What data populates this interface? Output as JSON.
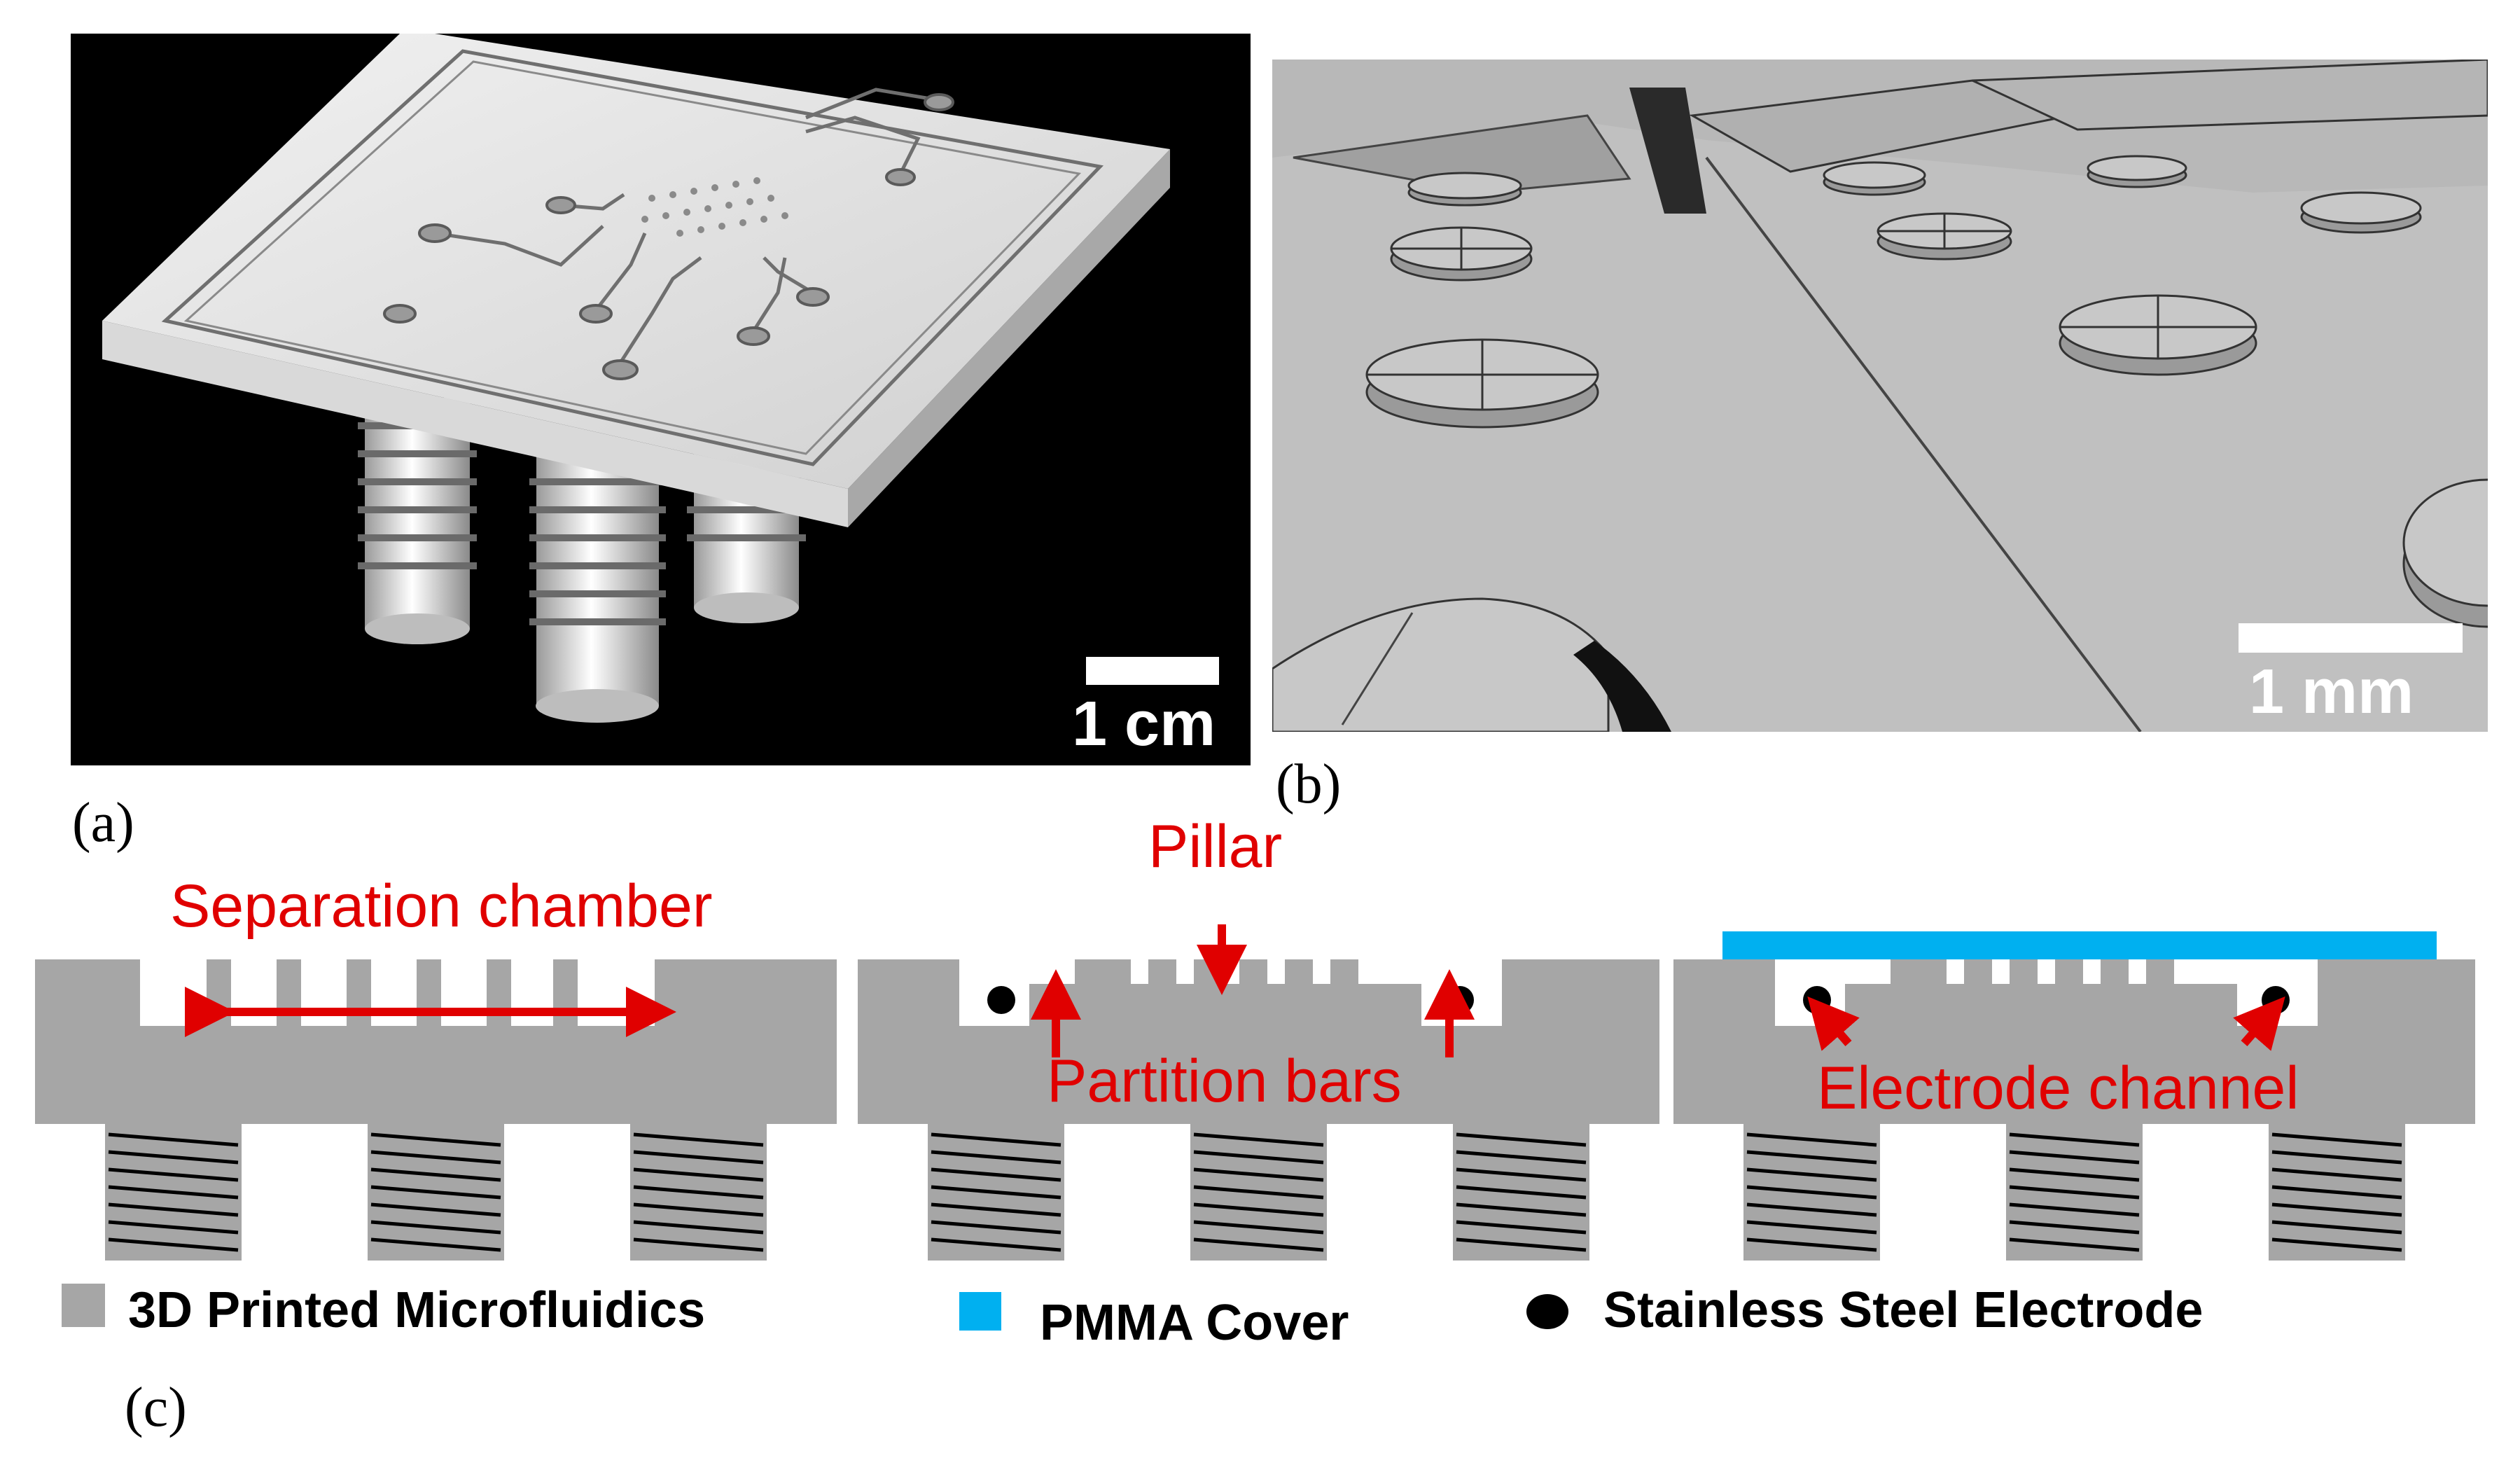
{
  "panels": {
    "a": {
      "label": "(a)",
      "scale_bar_text": "1 cm"
    },
    "b": {
      "label": "(b)",
      "scale_bar_text": "1 mm"
    },
    "c": {
      "label": "(c)"
    }
  },
  "annotations": {
    "separation_chamber": "Separation chamber",
    "pillar": "Pillar",
    "partition_bars": "Partition bars",
    "electrode_channel": "Electrode channel"
  },
  "legend": [
    {
      "text": "3D Printed Microfluidics",
      "color": "#a6a6a6",
      "shape": "square"
    },
    {
      "text": "PMMA Cover",
      "color": "#00b0f0",
      "shape": "square"
    },
    {
      "text": "Stainless Steel Electrode",
      "color": "#000000",
      "shape": "circle"
    }
  ],
  "colors": {
    "printed": "#a6a6a6",
    "pmma": "#00b0f0",
    "arrow": "#e00000",
    "render_bg": "#000000",
    "render_b_bg": "#c0c0c0"
  }
}
